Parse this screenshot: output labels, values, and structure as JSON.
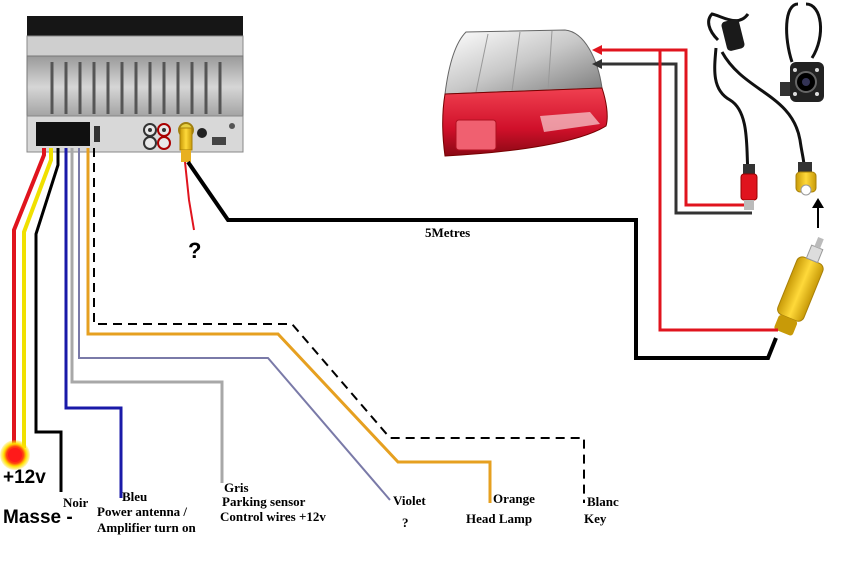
{
  "labels": {
    "plus12v": "+12v",
    "noir": "Noir",
    "masse": "Masse -",
    "bleu": "Bleu",
    "bleu_desc1": "Power antenna /",
    "bleu_desc2": "Amplifier turn on",
    "gris": "Gris",
    "gris_desc1": "Parking sensor",
    "gris_desc2": "Control wires +12v",
    "violet": "Violet",
    "violet_desc": "?",
    "orange": "Orange",
    "orange_desc": "Head Lamp",
    "blanc": "Blanc",
    "blanc_desc": "Key",
    "cable_length": "5Metres",
    "unknown_red_wire": "?"
  },
  "colors": {
    "red_wire": "#e0141e",
    "yellow_wire": "#f0e000",
    "black_wire": "#000000",
    "blue_wire": "#1a1aa8",
    "grey_wire": "#a8a8a8",
    "violet_wire": "#7a7aa8",
    "orange_wire": "#e6a020",
    "rca_yellow": "#f2c418",
    "taillight_red": "#d8102a"
  },
  "icons": [
    "head-unit-icon",
    "taillight-icon",
    "rear-camera-icon",
    "rca-plug-icon",
    "power-dot-icon"
  ]
}
